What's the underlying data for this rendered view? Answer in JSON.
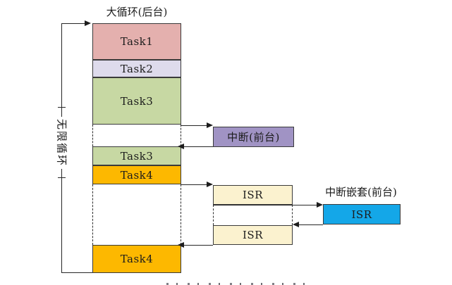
{
  "title": "大循环(后台)",
  "infinite_loop_label": "无限循环",
  "column": {
    "segments": [
      {
        "label": "Task1"
      },
      {
        "label": "Task2"
      },
      {
        "label": "Task3"
      },
      {
        "label": "Task3"
      },
      {
        "label": "Task4"
      },
      {
        "label": "Task4"
      }
    ]
  },
  "interrupt": {
    "label": "中断(前台)"
  },
  "isr_boxes": [
    {
      "label": "ISR"
    },
    {
      "label": "ISR"
    }
  ],
  "nested": {
    "title": "中断嵌套(前台)",
    "isr_label": "ISR"
  },
  "colors": {
    "task1": "#e4b0ae",
    "task2": "#dedbec",
    "task3": "#c7d8a3",
    "task4": "#fdb800",
    "interrupt": "#a093c4",
    "isr": "#fbf2cf",
    "nested_isr": "#14a7e8",
    "line": "#262626",
    "background": "#ffffff"
  }
}
